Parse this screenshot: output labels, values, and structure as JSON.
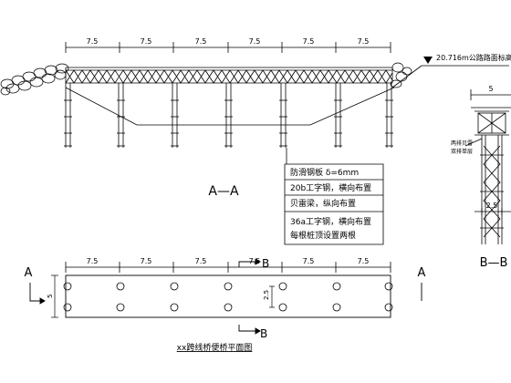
{
  "elevation": {
    "span_dims": [
      "7.5",
      "7.5",
      "7.5",
      "7.5",
      "7.5",
      "7.5"
    ],
    "road_level": "20.716m公路路面标高",
    "section_title": "A—A",
    "legend": [
      "防滑钢板 δ=6mm",
      "20b工字钢，横向布置",
      "贝雷梁，纵向布置",
      "36a工字钢，横向布置",
      "每根桩顶设置两根"
    ]
  },
  "section_bb": {
    "title": "B—B",
    "width_dim": "5",
    "spacing_dim": "2.5",
    "note": [
      "两排贝雷",
      "双排单层"
    ]
  },
  "plan": {
    "span_dims": [
      "7.5",
      "7.5",
      "7.5",
      "7.5",
      "7.5",
      "7.5"
    ],
    "width_dim": "5",
    "row_spacing_dim": "2.5",
    "cut_label_left": "A",
    "cut_label_right": "A",
    "cut_label_b": "B",
    "title": "xx跨线桥便桥平面图"
  }
}
